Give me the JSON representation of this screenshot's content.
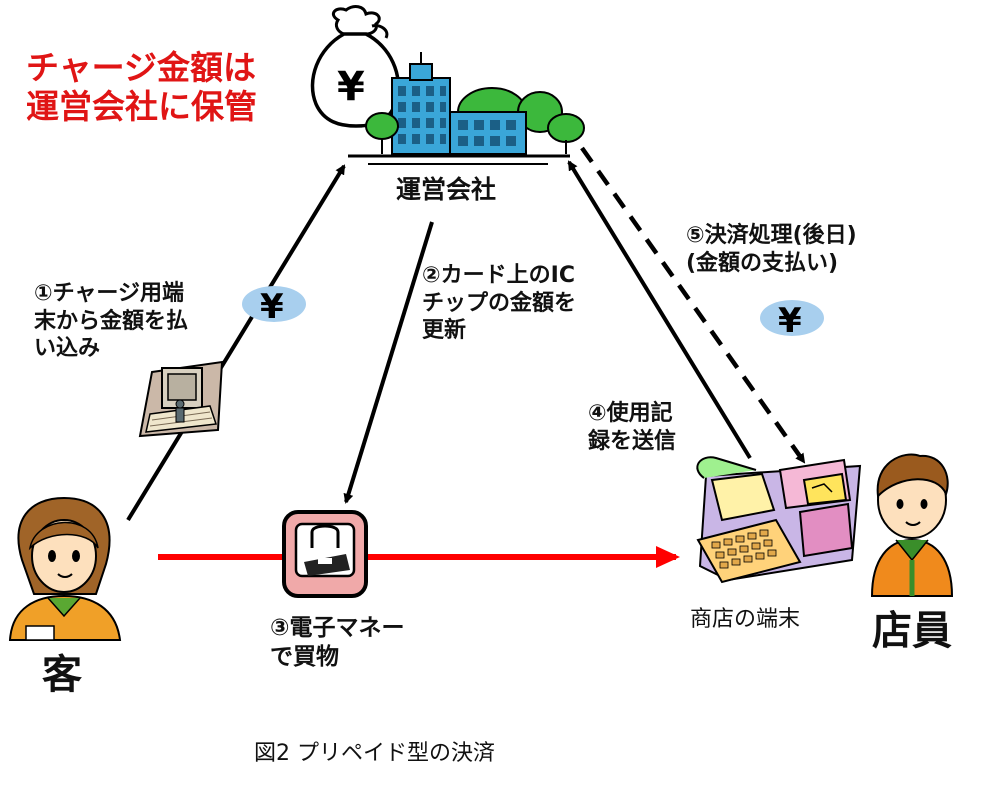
{
  "note": {
    "line1": "チャージ金額は",
    "line2": "運営会社に保管"
  },
  "nodes": {
    "company": "運営会社",
    "customer": "客",
    "terminal": "商店の端末",
    "clerk": "店員"
  },
  "steps": {
    "s1": {
      "line1": "①チャージ用端",
      "line2": "末から金額を払",
      "line3": "い込み"
    },
    "s2": {
      "line1": "②カード上のIC",
      "line2": "チップの金額を",
      "line3": "更新"
    },
    "s3": {
      "line1": "③電子マネー",
      "line2": "で買物"
    },
    "s4": {
      "line1": "④使用記",
      "line2": "録を送信"
    },
    "s5": {
      "line1": "⑤決済処理(後日)",
      "line2": "(金額の支払い)"
    }
  },
  "yen_symbol": "¥",
  "caption": "図2 プリペイド型の決済",
  "colors": {
    "note_red": "#e01515",
    "purchase_arrow": "#ff0000",
    "coin_blue": "#a8cfee",
    "building_blue": "#3aa6d8",
    "tree_green": "#3cb83c"
  }
}
